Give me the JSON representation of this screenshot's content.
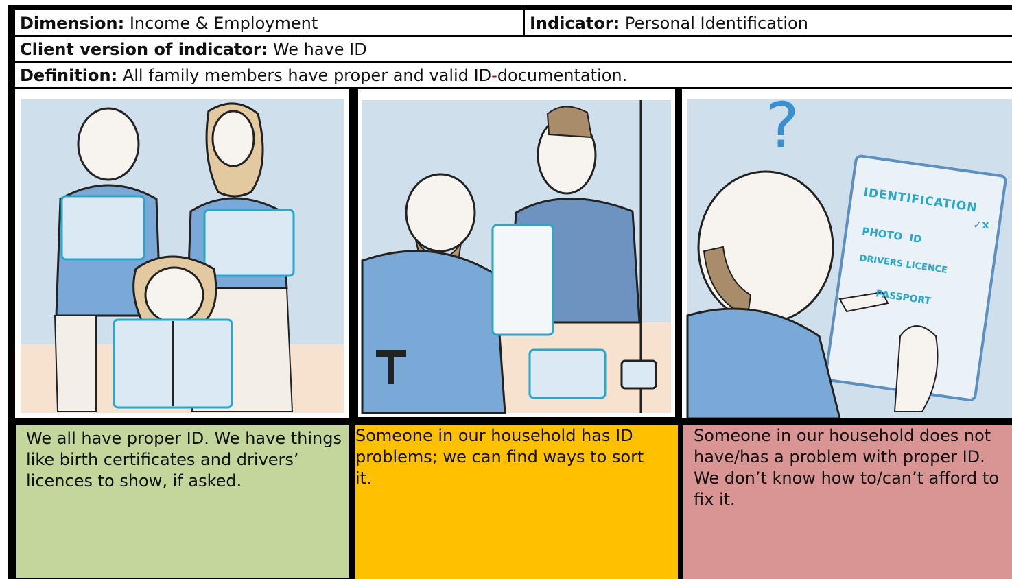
{
  "header": {
    "dimension_label": "Dimension:",
    "dimension_value": "Income & Employment",
    "indicator_label": "Indicator:",
    "indicator_value": "Personal Identification",
    "client_label": "Client version of indicator:",
    "client_value": "We have ID",
    "definition_label": "Definition:",
    "definition_value_part1": "All family members have proper and valid ID",
    "definition_hyphen": "-",
    "definition_value_part2": "documentation."
  },
  "illustrations": {
    "panel3": {
      "question_mark": "?",
      "doc_title": "IDENTIFICATION",
      "doc_check": "✓x",
      "item1": "PHOTO  ID",
      "item2": "DRIVERS LICENCE",
      "item3": "PASSPORT"
    }
  },
  "levels": [
    {
      "text": "We all have proper ID. We have things like birth certificates and drivers’ licences to show, if asked.",
      "color": "#c3d69b"
    },
    {
      "text": "Someone in our household has ID problems; we can find ways to sort it.",
      "color": "#ffc000"
    },
    {
      "text": "Someone in our household does not have/has a problem with proper ID. We don’t know how to/can’t afford to fix it.",
      "color": "#d99594"
    }
  ]
}
